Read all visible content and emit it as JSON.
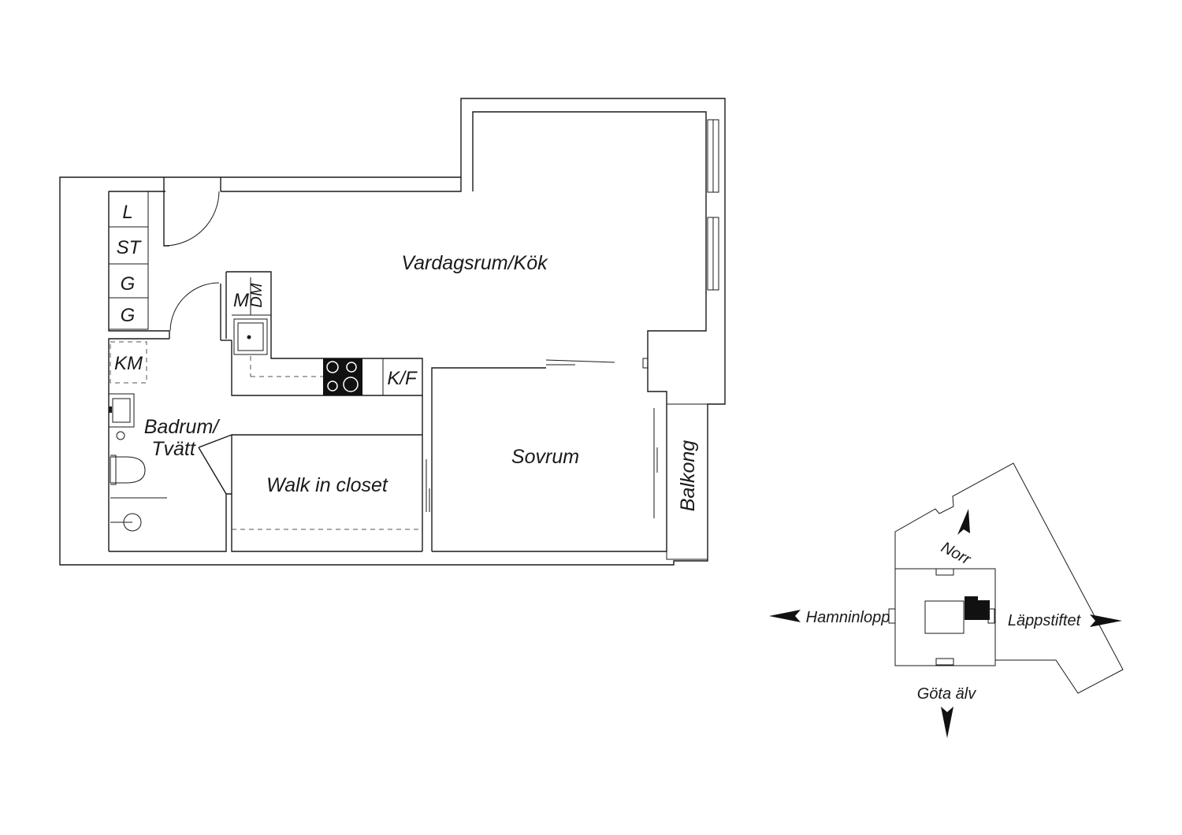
{
  "colors": {
    "line": "#1a1a1a",
    "background": "#ffffff",
    "fill": "#111111"
  },
  "rooms": {
    "living_kitchen": "Vardagsrum/Kök",
    "bath_line1": "Badrum/",
    "bath_line2": "Tvätt",
    "walk_in": "Walk in closet",
    "bedroom": "Sovrum",
    "balcony": "Balkong"
  },
  "fixtures": {
    "linen": "L",
    "storage": "ST",
    "wardrobe_1": "G",
    "wardrobe_2": "G",
    "microwave": "M",
    "dishwasher": "DM",
    "washing_machine": "KM",
    "fridge_freezer": "K/F"
  },
  "site_map": {
    "north": "Norr",
    "west": "Hamninlopp",
    "east": "Läppstiftet",
    "south": "Göta älv"
  }
}
